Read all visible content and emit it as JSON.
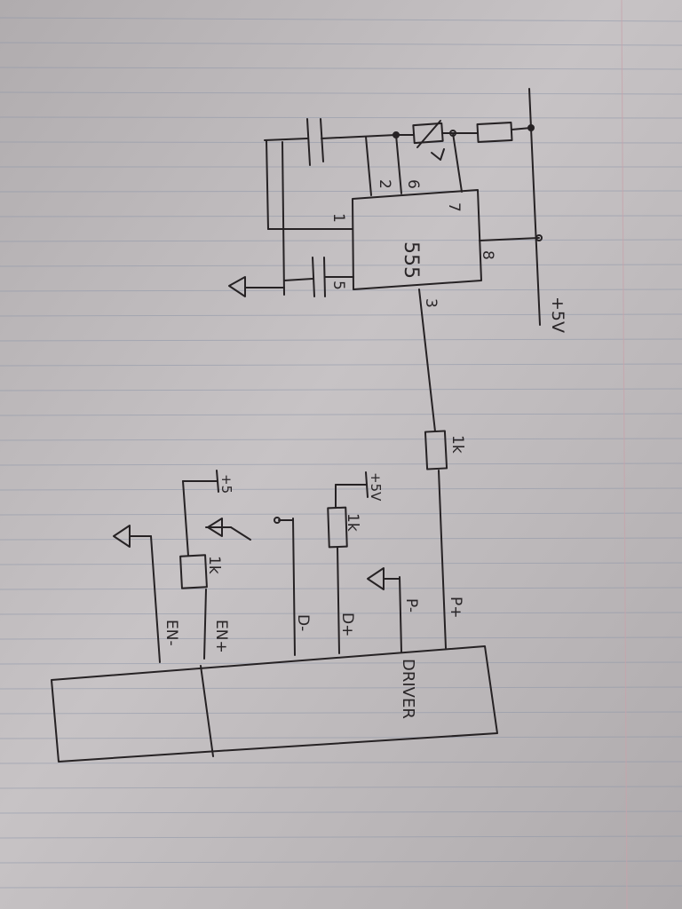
{
  "diagram": {
    "ic555": {
      "label": "555",
      "pins": {
        "p1": "1",
        "p2": "2",
        "p3": "3",
        "p5": "5",
        "p6": "6",
        "p7": "7",
        "p8": "8"
      }
    },
    "supply": {
      "label": "+5V"
    },
    "resistors": {
      "r_output": "1k",
      "r_opto": "1k",
      "r_enable": "1k"
    },
    "driver": {
      "label": "DRIVER",
      "pins": {
        "p_plus": "P+",
        "p_minus": "P-",
        "d_plus": "D+",
        "d_minus": "D-",
        "en_plus": "EN+",
        "en_minus": "EN-"
      }
    },
    "supply_small": {
      "d_plus_supply": "+5V",
      "en_supply": "+5"
    }
  }
}
